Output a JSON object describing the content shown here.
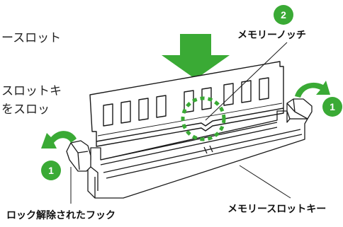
{
  "instructions": {
    "line1": "ースロット",
    "line2": "スロットキ",
    "line3": "をスロッ"
  },
  "labels": {
    "notch": "メモリーノッチ",
    "slot_key": "メモリースロットキー",
    "unlocked_clip": "ロック解除されたフック"
  },
  "markers": {
    "notch_step": "2",
    "right_clip_step": "1",
    "left_clip_step": "1"
  },
  "colors": {
    "accent_green": "#3aaa35",
    "outline": "#1a1a1a",
    "module_fill": "#ffffff"
  },
  "icons": {
    "insert_arrow": "down-arrow-icon",
    "notch_highlight": "dashed-circle-icon",
    "clip_rotation": "curved-arrow-icon"
  }
}
